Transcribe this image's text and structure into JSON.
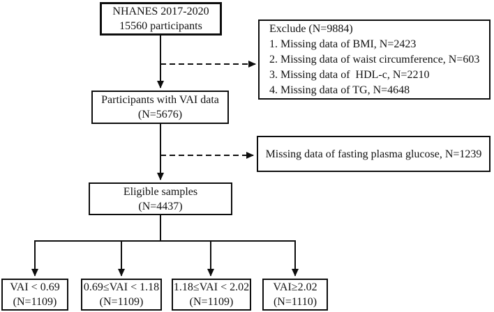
{
  "page": {
    "background": "#ffffff"
  },
  "colors": {
    "line": "#0d0d0d",
    "box_border": "#0d0d0d",
    "box_background": "#ffffff",
    "text": "#111111"
  },
  "flowchart": {
    "total_box": {
      "line1": "NHANES 2017-2020",
      "line2": "15560 participants"
    },
    "exclude_box": {
      "title": "Exclude (N=9884)",
      "items": [
        "1. Missing data of BMI, N=2423",
        "2. Missing data of waist circumference, N=603",
        "3. Missing data of  HDL-c, N=2210",
        "4. Missing data of TG, N=4648"
      ]
    },
    "vai_box": {
      "line1": "Participants with VAI data",
      "line2": "(N=5676)"
    },
    "glucose_box": {
      "line1": "Missing data of fasting plasma glucose, N=1239"
    },
    "eligible_box": {
      "line1": "Eligible samples",
      "line2": "(N=4437)"
    },
    "quartile_boxes": [
      {
        "line1": "VAI < 0.69",
        "line2": "(N=1109)"
      },
      {
        "line1": "0.69≤VAI < 1.18",
        "line2": "(N=1109)"
      },
      {
        "line1": "1.18≤VAI < 2.02",
        "line2": "(N=1109)"
      },
      {
        "line1": "VAI≥2.02",
        "line2": "(N=1110)"
      }
    ]
  }
}
